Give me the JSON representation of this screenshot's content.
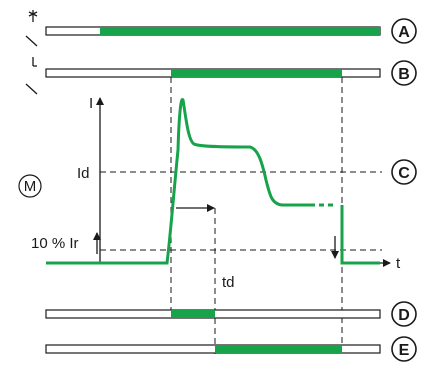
{
  "colors": {
    "signal_green": "#17a34a",
    "ink": "#1a1a1a"
  },
  "badges": {
    "a": "A",
    "b": "B",
    "c": "C",
    "d": "D",
    "e": "E",
    "m": "M"
  },
  "labels": {
    "y_axis": "I",
    "x_axis": "t",
    "threshold": "Id",
    "low_threshold": "10 % Ir",
    "delay": "td"
  }
}
